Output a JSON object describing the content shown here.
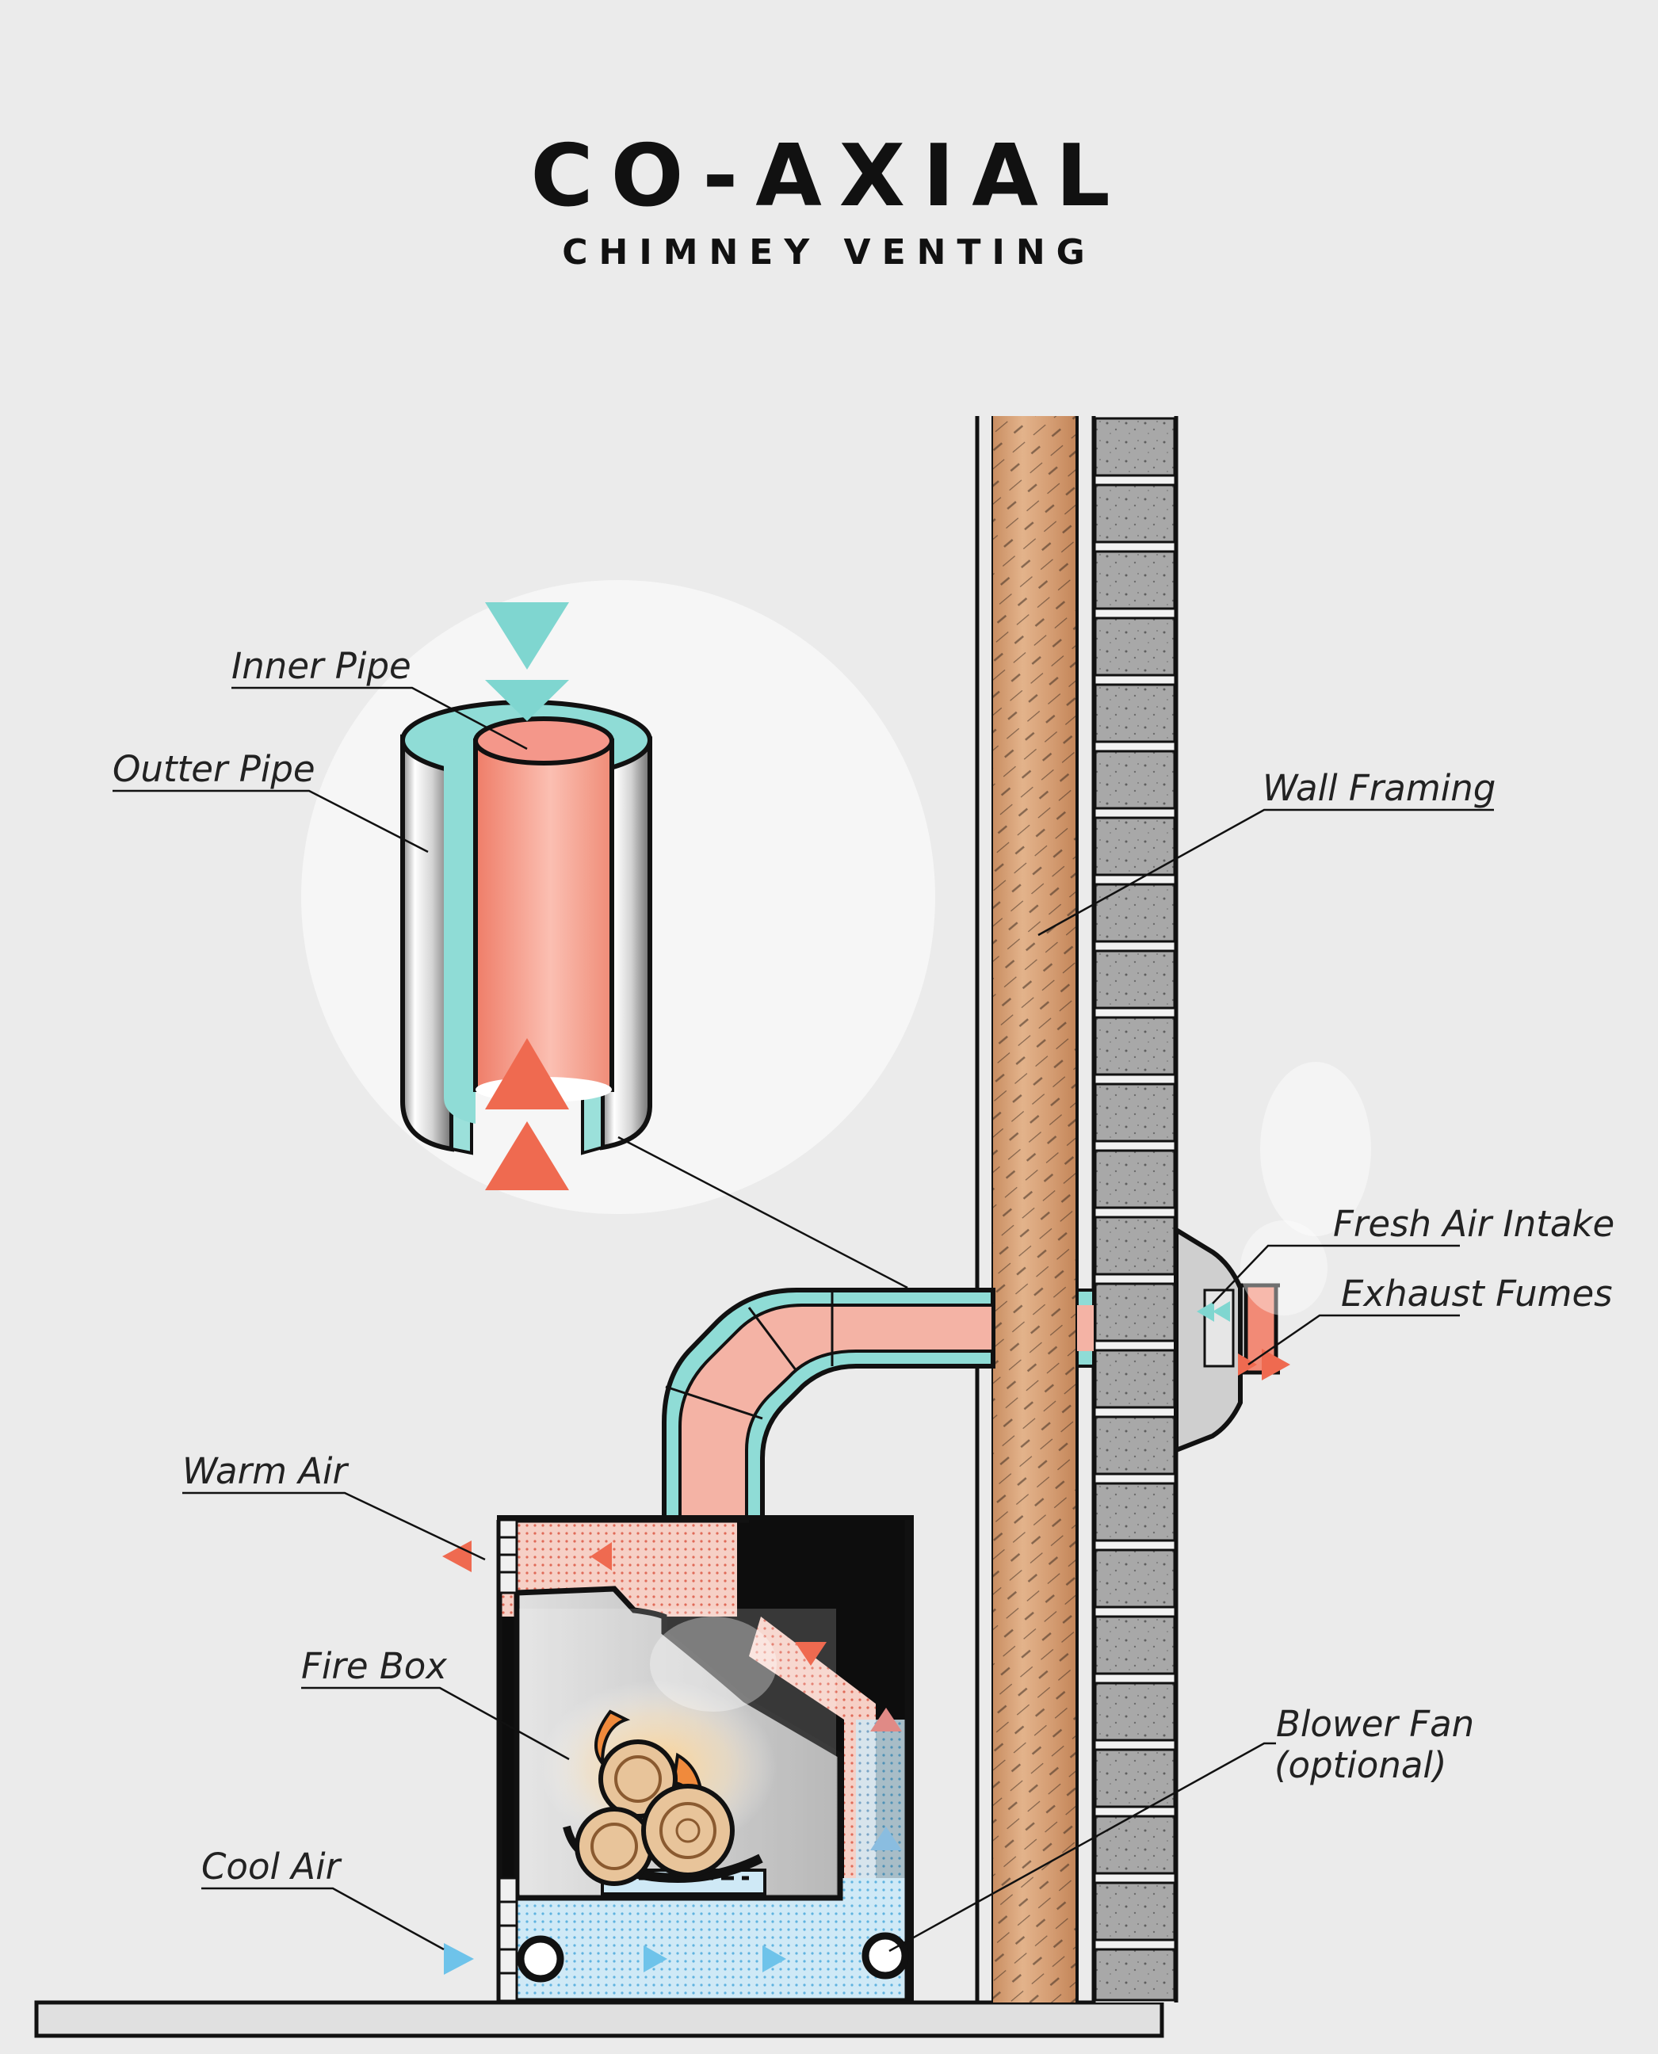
{
  "title": "CO-AXIAL",
  "subtitle": "CHIMNEY VENTING",
  "labels": {
    "inner_pipe": "Inner Pipe",
    "outter_pipe": "Outter Pipe",
    "wall_framing": "Wall Framing",
    "fresh_air_intake": "Fresh Air Intake",
    "exhaust_fumes": "Exhaust Fumes",
    "warm_air": "Warm Air",
    "fire_box": "Fire Box",
    "blower_fan": "Blower Fan",
    "blower_fan_note": "(optional)",
    "cool_air": "Cool Air"
  },
  "colors": {
    "background": "#ebebeb",
    "outline": "#111111",
    "outer_pipe_teal": "#8fdcd6",
    "inner_pipe_salmon": "#f28a76",
    "exhaust_red": "#ef6a50",
    "fresh_air_teal": "#7fd6d0",
    "cool_air_blue": "#6ec3ea",
    "warm_air_pink": "#f4c4b8",
    "brick_gray": "#a6a6a6",
    "wood_tan": "#d9a57a"
  }
}
